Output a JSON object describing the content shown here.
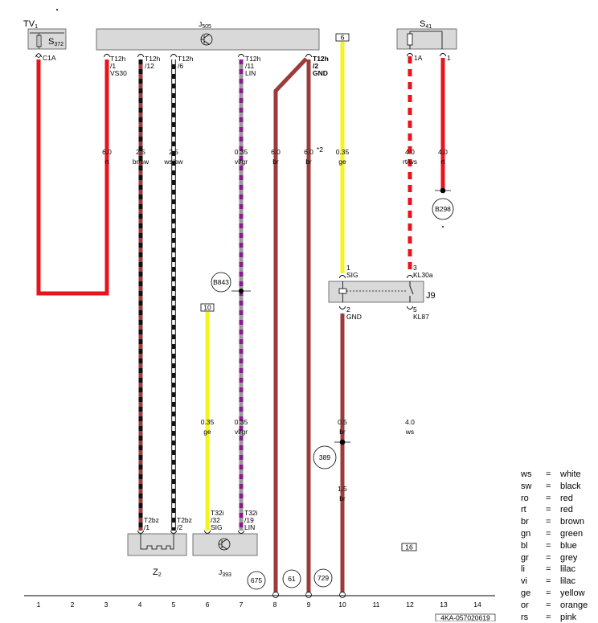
{
  "components": {
    "tv1": {
      "name": "TV",
      "sub": "1"
    },
    "s372": {
      "name": "S",
      "sub": "372"
    },
    "j505": {
      "name": "J",
      "sub": "505"
    },
    "s41": {
      "name": "S",
      "sub": "41"
    },
    "j9": "J9",
    "z2": {
      "name": "Z",
      "sub": "2"
    },
    "j393": {
      "name": "J",
      "sub": "393"
    },
    "b843": "B843",
    "b298": "B298",
    "e389": "389",
    "e675": "675",
    "e61": "61",
    "e729": "729"
  },
  "pins": {
    "c1a": "C1A",
    "w3": [
      "T12h",
      "/1",
      "VS30"
    ],
    "w4": [
      "T12h",
      "/12"
    ],
    "w5": [
      "T12h",
      "/6"
    ],
    "w7": [
      "T12h",
      "/11",
      "LIN"
    ],
    "w9": [
      "T12h",
      "/2",
      "GND"
    ],
    "s41a": "1A",
    "s41b": "1",
    "j9_1": [
      "1",
      "SIG"
    ],
    "j9_3": [
      "3",
      "KL30a"
    ],
    "j9_2": [
      "2",
      "GND"
    ],
    "j9_5": [
      "5",
      "KL87"
    ],
    "z2a": [
      "T2bz",
      "/1"
    ],
    "z2b": [
      "T2bz",
      "/2"
    ],
    "j393a": [
      "T32i",
      "/32",
      "SIG"
    ],
    "j393b": [
      "T32i",
      "/19",
      "LIN"
    ]
  },
  "wire_labels": {
    "w3": [
      "6.0",
      "rt"
    ],
    "w4": [
      "2.5",
      "br/sw"
    ],
    "w5": [
      "2.5",
      "ws/sw"
    ],
    "w7": [
      "0.35",
      "vi/gr"
    ],
    "w8": [
      "6.0",
      "br"
    ],
    "w9": [
      "6.0",
      "br"
    ],
    "w9note": "*2",
    "w10": [
      "0.35",
      "ge"
    ],
    "w12": [
      "4.0",
      "rt/ws"
    ],
    "w13": [
      "4.0",
      "rt"
    ],
    "w6b": [
      "0.35",
      "ge"
    ],
    "w7b": [
      "0.35",
      "vi/gr"
    ],
    "w10b": [
      "0.5",
      "br"
    ],
    "w12b": [
      "4.0",
      "ws"
    ],
    "w10c": [
      "1.5",
      "br"
    ]
  },
  "boxes": {
    "b6": "6",
    "b10": "10",
    "b16": "16"
  },
  "grid": [
    "1",
    "2",
    "3",
    "4",
    "5",
    "6",
    "7",
    "8",
    "9",
    "10",
    "11",
    "12",
    "13",
    "14"
  ],
  "footer_code": "4KA-057020619",
  "legend": [
    {
      "code": "ws",
      "eq": "=",
      "color": "white"
    },
    {
      "code": "sw",
      "eq": "=",
      "color": "black"
    },
    {
      "code": "ro",
      "eq": "=",
      "color": "red"
    },
    {
      "code": "rt",
      "eq": "=",
      "color": "red"
    },
    {
      "code": "br",
      "eq": "=",
      "color": "brown"
    },
    {
      "code": "gn",
      "eq": "=",
      "color": "green"
    },
    {
      "code": "bl",
      "eq": "=",
      "color": "blue"
    },
    {
      "code": "gr",
      "eq": "=",
      "color": "grey"
    },
    {
      "code": "li",
      "eq": "=",
      "color": "lilac"
    },
    {
      "code": "vi",
      "eq": "=",
      "color": "lilac"
    },
    {
      "code": "ge",
      "eq": "=",
      "color": "yellow"
    },
    {
      "code": "or",
      "eq": "=",
      "color": "orange"
    },
    {
      "code": "rs",
      "eq": "=",
      "color": "pink"
    }
  ],
  "colors": {
    "red": "#e8141c",
    "brown": "#9b3b3b",
    "black": "#111111",
    "white": "#ffffff",
    "yellow": "#f5f51e",
    "violet": "#8a1a8f",
    "grey": "#9a9a9a",
    "box": "#d9d9d9"
  }
}
